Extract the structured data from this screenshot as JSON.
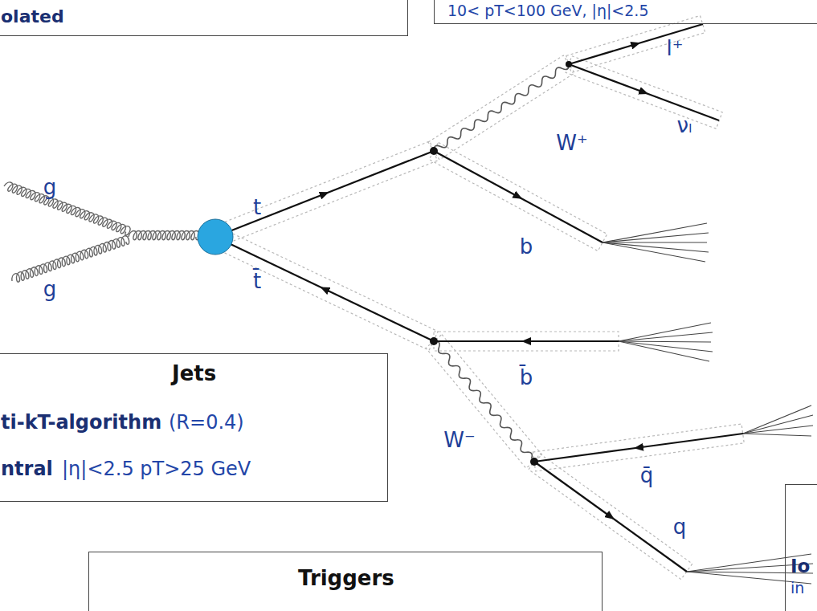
{
  "diagram": {
    "nodes": [
      {
        "text": [
          "olated"
        ]
      },
      {
        "text": [
          "10< pT<100 GeV, |η|<2.5"
        ]
      },
      {
        "text": [
          "Jets",
          "ti-kT-algorithm",
          "(R=0.4)",
          "ntral",
          "|η|<2.5 pT>25 GeV"
        ]
      },
      {
        "text": [
          "Triggers"
        ]
      },
      {
        "text": [
          "Io",
          "in"
        ]
      }
    ],
    "labels": [
      "g",
      "g",
      "t",
      "t̄",
      "W⁺",
      "W⁻",
      "l⁺",
      "νₗ",
      "b",
      "b̄",
      "q̄",
      "q"
    ]
  }
}
